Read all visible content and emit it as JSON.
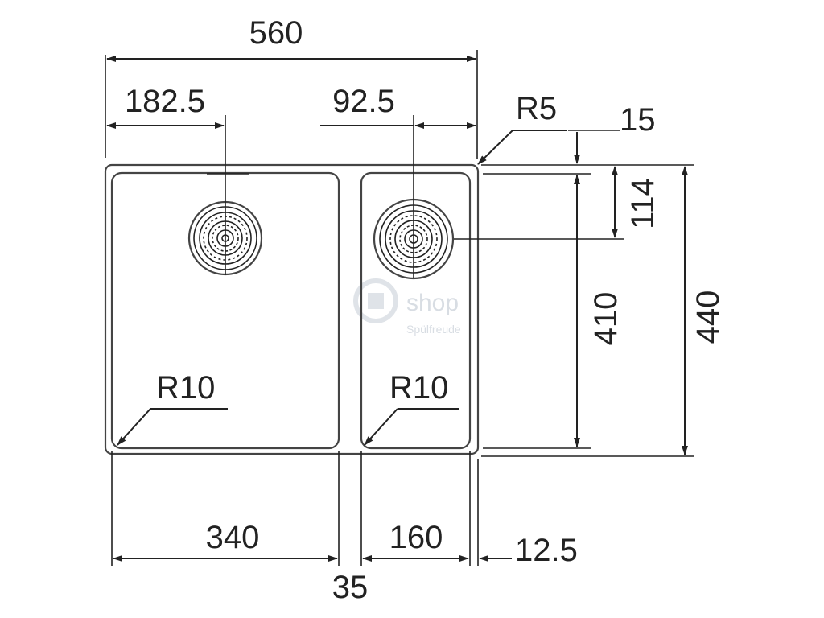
{
  "diagram": {
    "dimensions": {
      "overall_width": "560",
      "left_drain_offset": "182.5",
      "right_drain_offset": "92.5",
      "outer_radius": "R5",
      "rim_top": "15",
      "drain_from_top": "114",
      "bowl_depth": "410",
      "overall_depth": "440",
      "left_bowl_radius": "R10",
      "right_bowl_radius": "R10",
      "left_bowl_width": "340",
      "right_bowl_width": "160",
      "divider_width": "35",
      "edge_margin": "12.5"
    },
    "watermark": {
      "brand": "shop",
      "tagline": "Spülfreude"
    },
    "colors": {
      "line": "#222222",
      "outline": "#444444",
      "watermark": "#d8dde3"
    }
  }
}
